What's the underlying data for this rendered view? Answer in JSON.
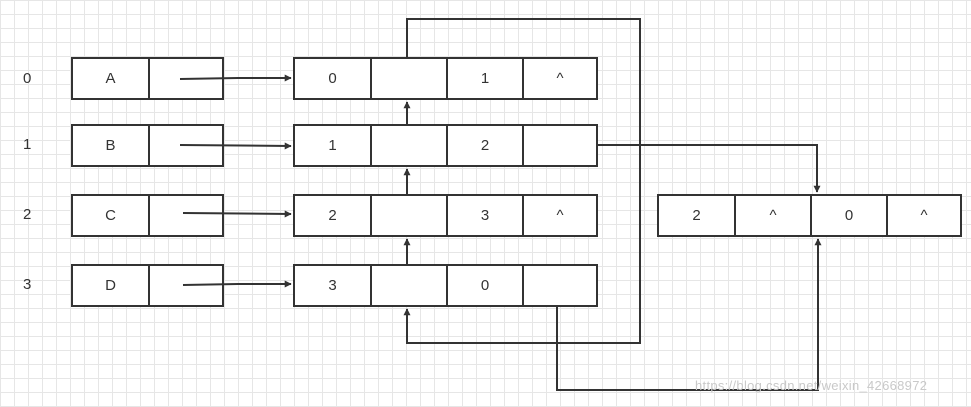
{
  "vertex_index": [
    "0",
    "1",
    "2",
    "3"
  ],
  "vertices": [
    {
      "data": "A",
      "link": ""
    },
    {
      "data": "B",
      "link": ""
    },
    {
      "data": "C",
      "link": ""
    },
    {
      "data": "D",
      "link": ""
    }
  ],
  "arc_nodes": [
    {
      "cells": [
        "0",
        "",
        "1",
        "^"
      ]
    },
    {
      "cells": [
        "1",
        "",
        "2",
        ""
      ]
    },
    {
      "cells": [
        "2",
        "",
        "3",
        "^"
      ]
    },
    {
      "cells": [
        "3",
        "",
        "0",
        ""
      ]
    }
  ],
  "extra_node": {
    "cells": [
      "2",
      "^",
      "0",
      "^"
    ]
  },
  "watermark": "https://blog.csdn.net/weixin_42668972",
  "colors": {
    "stroke": "#333333",
    "grid": "#e6e6e6",
    "background": "#ffffff"
  }
}
